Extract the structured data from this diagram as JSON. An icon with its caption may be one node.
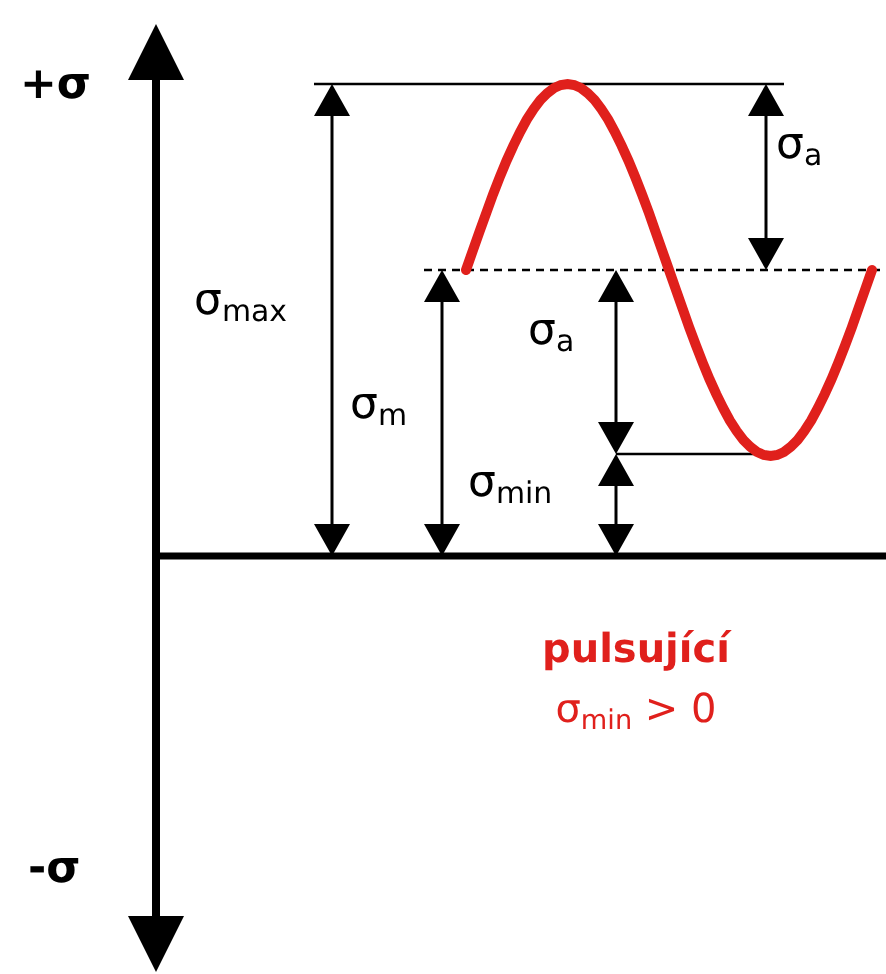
{
  "diagram": {
    "labels": [
      "+σ",
      "σ$_{a}$",
      "σ$_{max}$",
      "σ$_{a}$",
      "σ$_{m}$",
      "σ$_{min}$",
      "pulsující",
      "σ$_{min}$ > 0",
      "-σ"
    ]
  }
}
